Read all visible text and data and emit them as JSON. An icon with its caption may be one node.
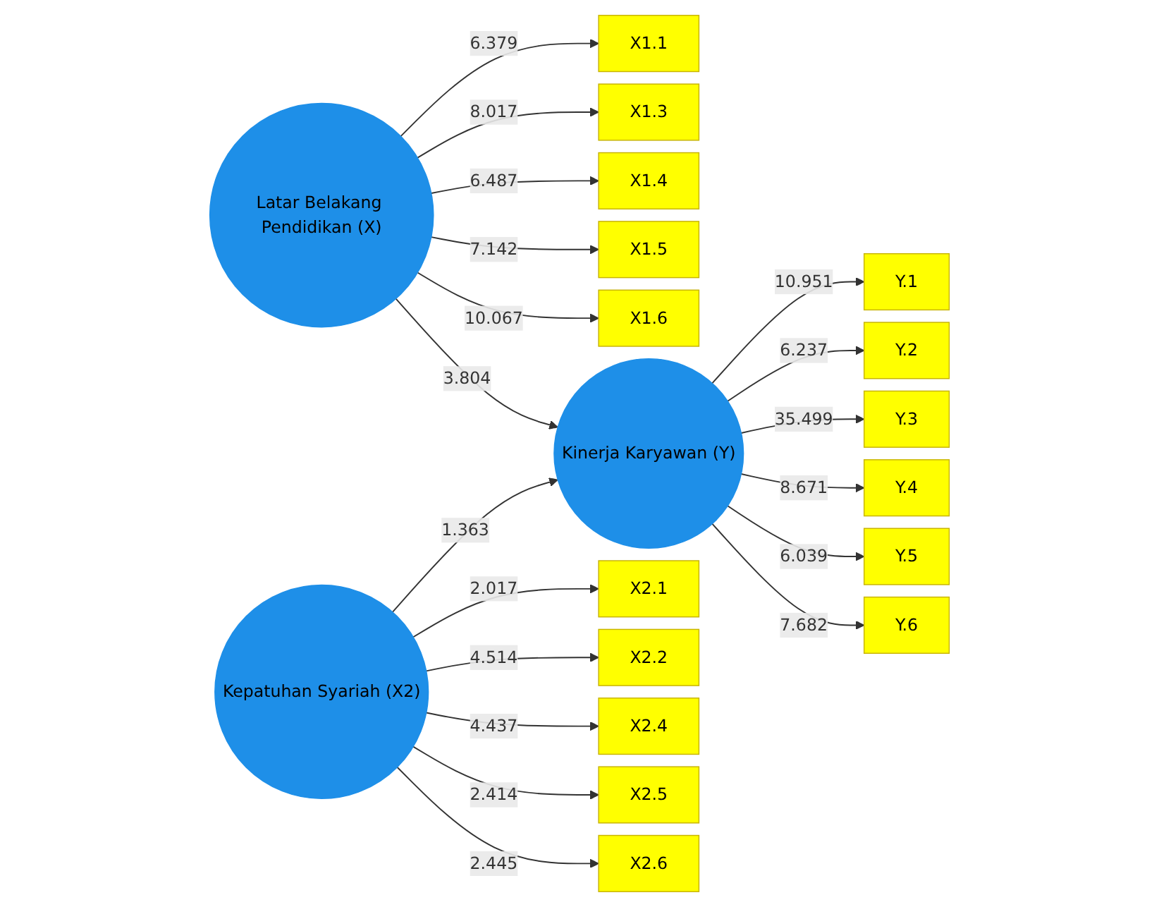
{
  "diagram": {
    "nodes": [
      {
        "text": [
          "X1.1"
        ]
      },
      {
        "text": [
          "X1.3"
        ]
      },
      {
        "text": [
          "X1.4"
        ]
      },
      {
        "text": [
          "X1.5"
        ]
      },
      {
        "text": [
          "X1.6"
        ]
      },
      {
        "text": [
          "Latar Belakang Pendidikan (X)"
        ]
      },
      {
        "text": [
          "Kinerja Karyawan (Y)"
        ]
      },
      {
        "text": [
          "Y.1"
        ]
      },
      {
        "text": [
          "Y.2"
        ]
      },
      {
        "text": [
          "Y.3"
        ]
      },
      {
        "text": [
          "Y.4"
        ]
      },
      {
        "text": [
          "Y.5"
        ]
      },
      {
        "text": [
          "Y.6"
        ]
      },
      {
        "text": [
          "X2.1"
        ]
      },
      {
        "text": [
          "X2.2"
        ]
      },
      {
        "text": [
          "X2.4"
        ]
      },
      {
        "text": [
          "X2.5"
        ]
      },
      {
        "text": [
          "X2.6"
        ]
      },
      {
        "text": [
          "Kepatuhan Syariah (X2)"
        ]
      }
    ],
    "edges": [
      {
        "from": 5,
        "to": 0,
        "arrow": "to",
        "label": "6.379"
      },
      {
        "from": 5,
        "to": 1,
        "arrow": "to",
        "label": "8.017"
      },
      {
        "from": 5,
        "to": 2,
        "arrow": "to",
        "label": "6.487"
      },
      {
        "from": 5,
        "to": 3,
        "arrow": "to",
        "label": "7.142"
      },
      {
        "from": 5,
        "to": 4,
        "arrow": "to",
        "label": "10.067"
      },
      {
        "from": 5,
        "to": 6,
        "arrow": "to",
        "label": "3.804"
      },
      {
        "from": 18,
        "to": 6,
        "arrow": "to",
        "label": "1.363"
      },
      {
        "from": 6,
        "to": 7,
        "arrow": "to",
        "label": "10.951"
      },
      {
        "from": 6,
        "to": 8,
        "arrow": "to",
        "label": "6.237"
      },
      {
        "from": 6,
        "to": 9,
        "arrow": "to",
        "label": "35.499"
      },
      {
        "from": 6,
        "to": 10,
        "arrow": "to",
        "label": "8.671"
      },
      {
        "from": 6,
        "to": 11,
        "arrow": "to",
        "label": "6.039"
      },
      {
        "from": 6,
        "to": 12,
        "arrow": "to",
        "label": "7.682"
      },
      {
        "from": 18,
        "to": 13,
        "arrow": "to",
        "label": "2.017"
      },
      {
        "from": 18,
        "to": 14,
        "arrow": "to",
        "label": "4.514"
      },
      {
        "from": 18,
        "to": 15,
        "arrow": "to",
        "label": "4.437"
      },
      {
        "from": 18,
        "to": 16,
        "arrow": "to",
        "label": "2.414"
      },
      {
        "from": 18,
        "to": 17,
        "arrow": "to",
        "label": "2.445"
      }
    ]
  }
}
